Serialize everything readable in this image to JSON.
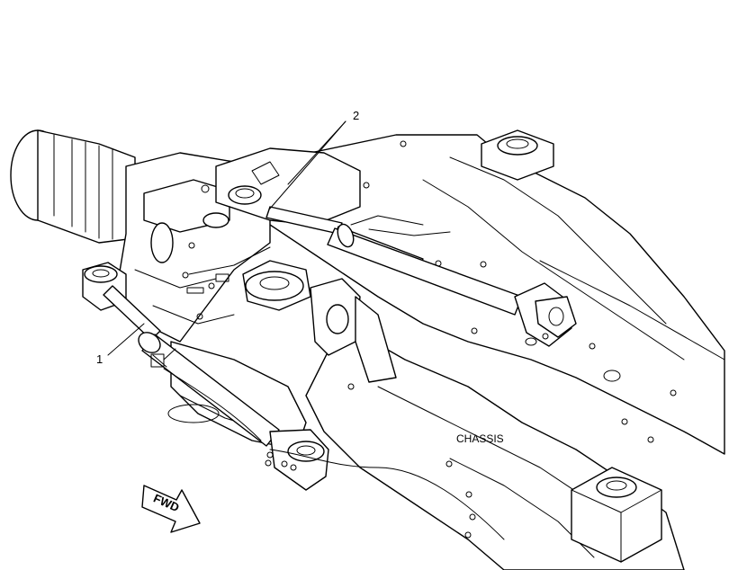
{
  "callouts": [
    {
      "number": "1"
    },
    {
      "number": "2"
    }
  ],
  "chassis_label": "CHASSIS",
  "direction_arrow": {
    "label": "FWD"
  },
  "colors": {
    "line": "#000000",
    "background": "#ffffff"
  }
}
